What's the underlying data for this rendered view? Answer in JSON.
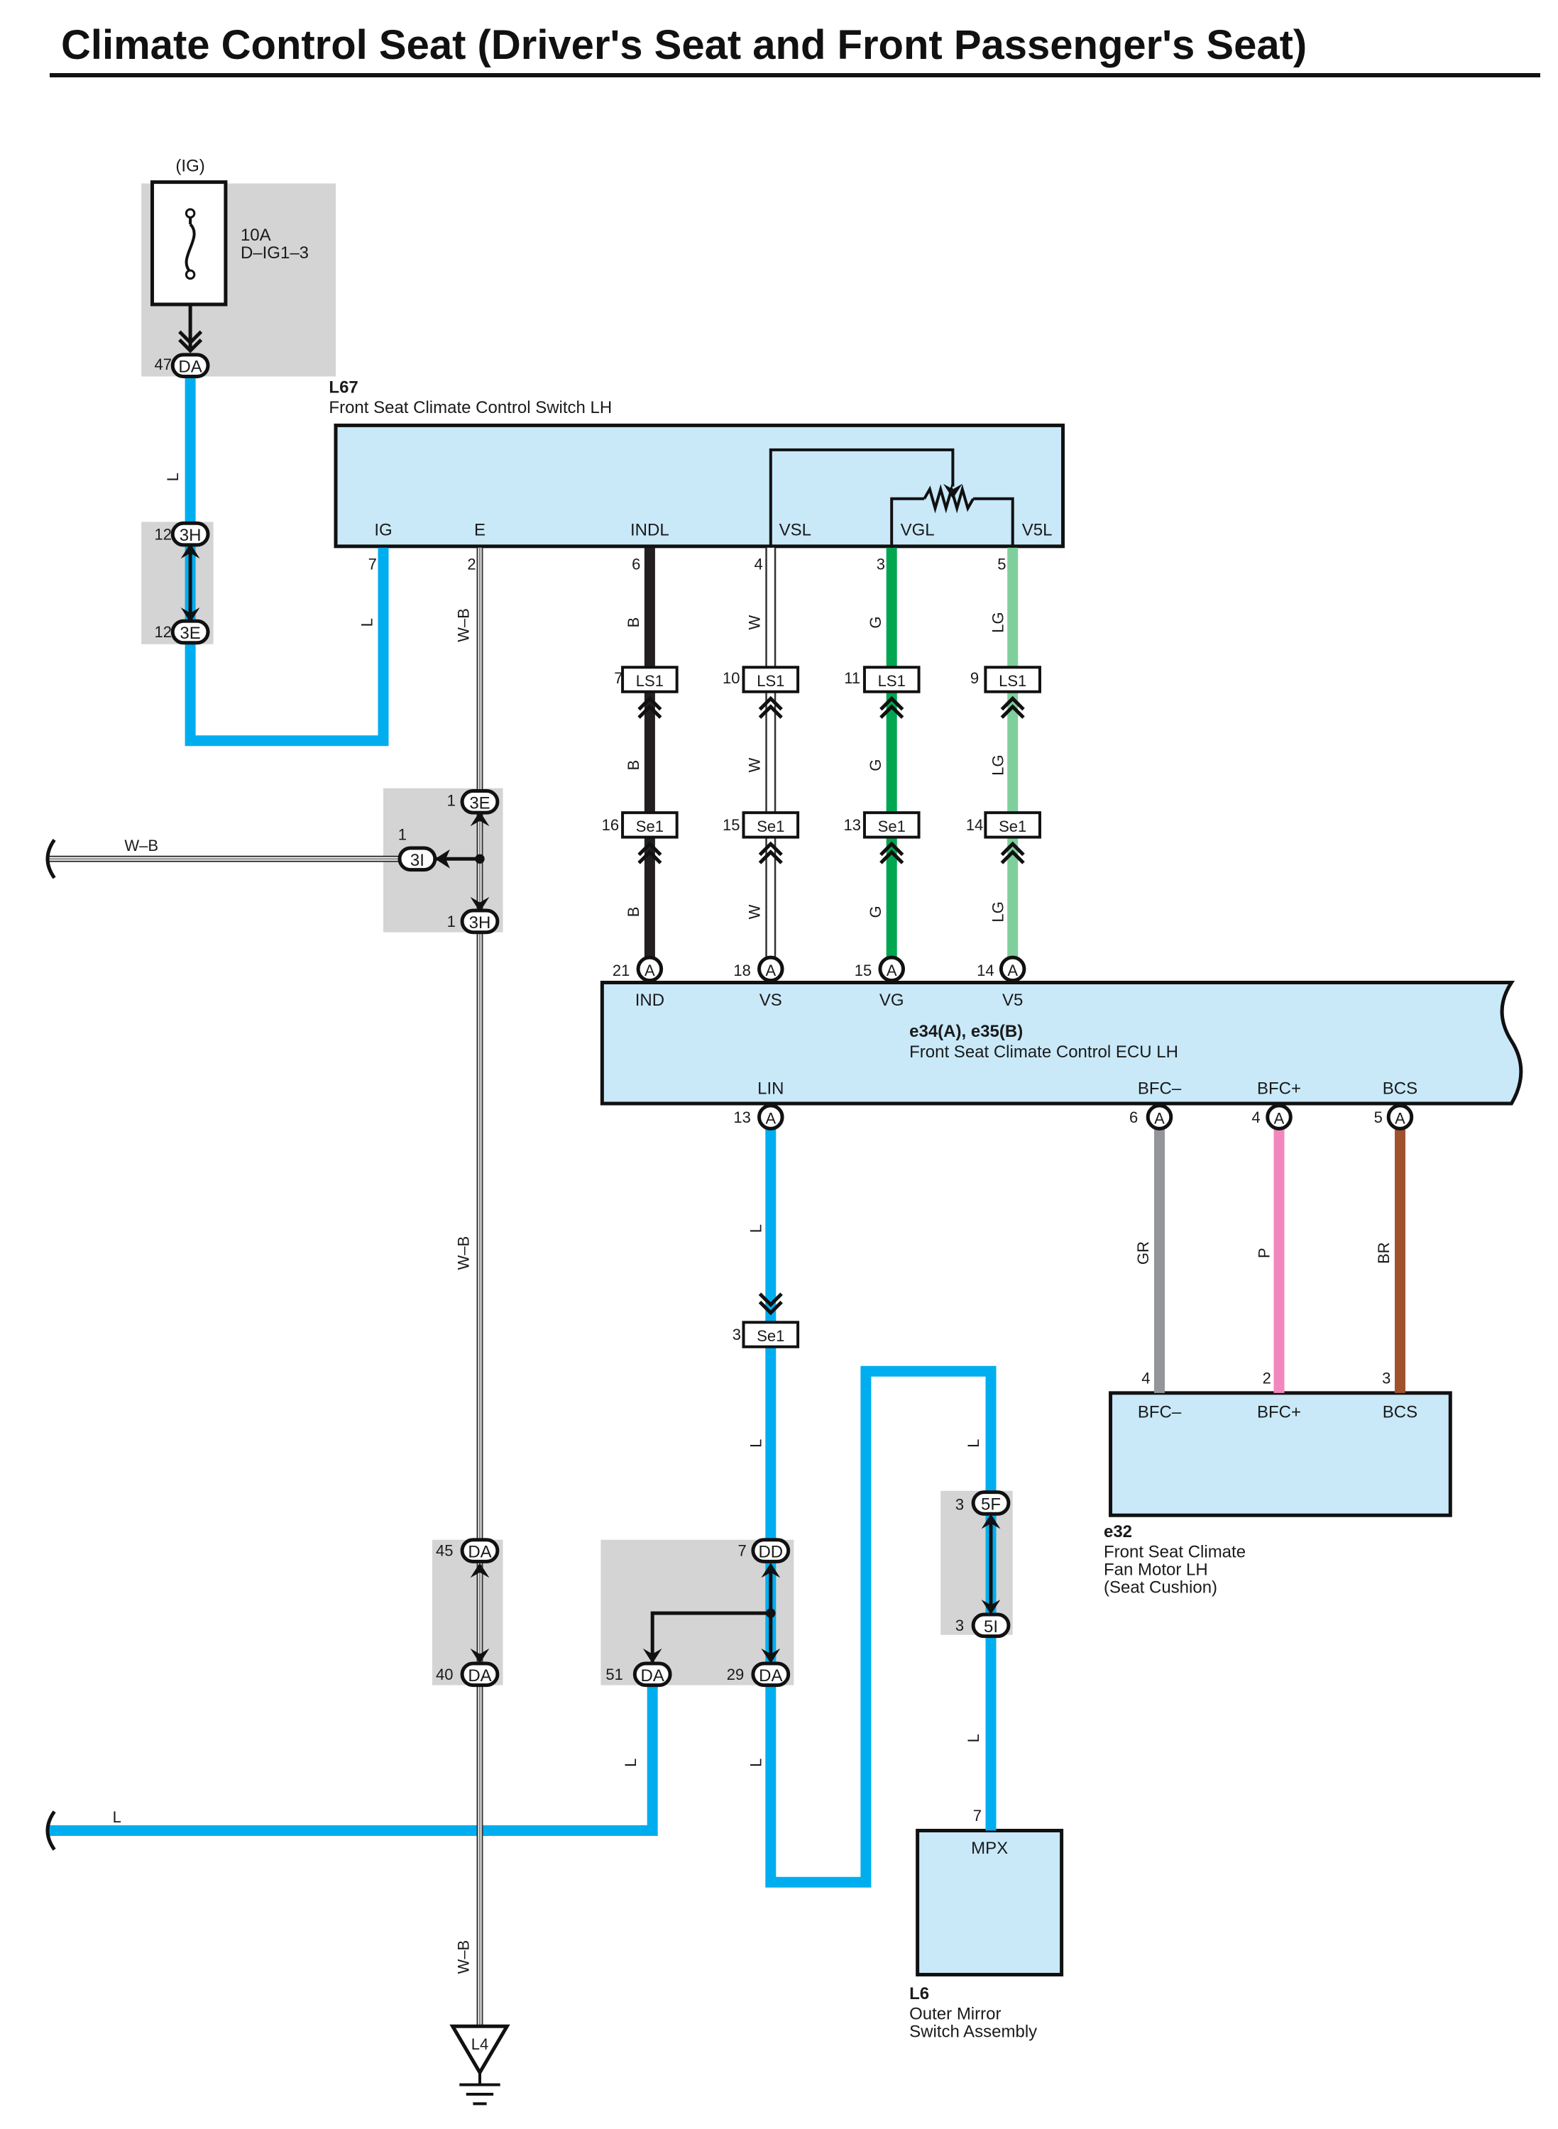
{
  "title": "Climate Control Seat (Driver's Seat and Front Passenger's Seat)",
  "colors": {
    "L": "#00aeef",
    "B": "#231f20",
    "W": "#ffffff",
    "G": "#00a650",
    "LG": "#7fcf9c",
    "GR": "#939598",
    "P": "#f287bd",
    "BR": "#a0522d",
    "component_fill": "#c9e9f9",
    "splice_fill": "#d4d4d4"
  },
  "fuse": {
    "power": "(IG)",
    "rating": "10A",
    "name": "D–IG1–3"
  },
  "components": {
    "L67": {
      "code": "L67",
      "desc": "Front Seat Climate Control Switch LH",
      "pins": [
        "IG",
        "E",
        "INDL",
        "VSL",
        "VGL",
        "V5L"
      ]
    },
    "ecu": {
      "code": "e34(A), e35(B)",
      "desc": "Front Seat Climate Control ECU LH",
      "pins": [
        "IND",
        "VS",
        "VG",
        "V5",
        "LIN",
        "BFC–",
        "BFC+",
        "BCS"
      ]
    },
    "e32": {
      "code": "e32",
      "line1": "Front Seat Climate",
      "line2": "Fan Motor LH",
      "line3": "(Seat Cushion)",
      "pins": [
        "BFC–",
        "BFC+",
        "BCS"
      ]
    },
    "L6": {
      "code": "L6",
      "line1": "Outer Mirror",
      "line2": "Switch Assembly",
      "pins": [
        "MPX"
      ]
    },
    "ground": "L4"
  },
  "connectors": [
    "DA",
    "3H",
    "3E",
    "3I",
    "LS1",
    "Se1",
    "A",
    "DD",
    "5F",
    "5I"
  ],
  "pin_numbers": [
    "47",
    "12",
    "12",
    "7",
    "2",
    "6",
    "4",
    "3",
    "5",
    "7",
    "10",
    "11",
    "9",
    "16",
    "15",
    "13",
    "14",
    "21",
    "18",
    "15",
    "14",
    "13",
    "6",
    "4",
    "5",
    "1",
    "1",
    "1",
    "3",
    "4",
    "2",
    "3",
    "45",
    "40",
    "7",
    "51",
    "29",
    "3",
    "3",
    "7"
  ],
  "wire_colors": [
    "L",
    "W–B",
    "B",
    "W",
    "G",
    "LG",
    "GR",
    "P",
    "BR"
  ]
}
